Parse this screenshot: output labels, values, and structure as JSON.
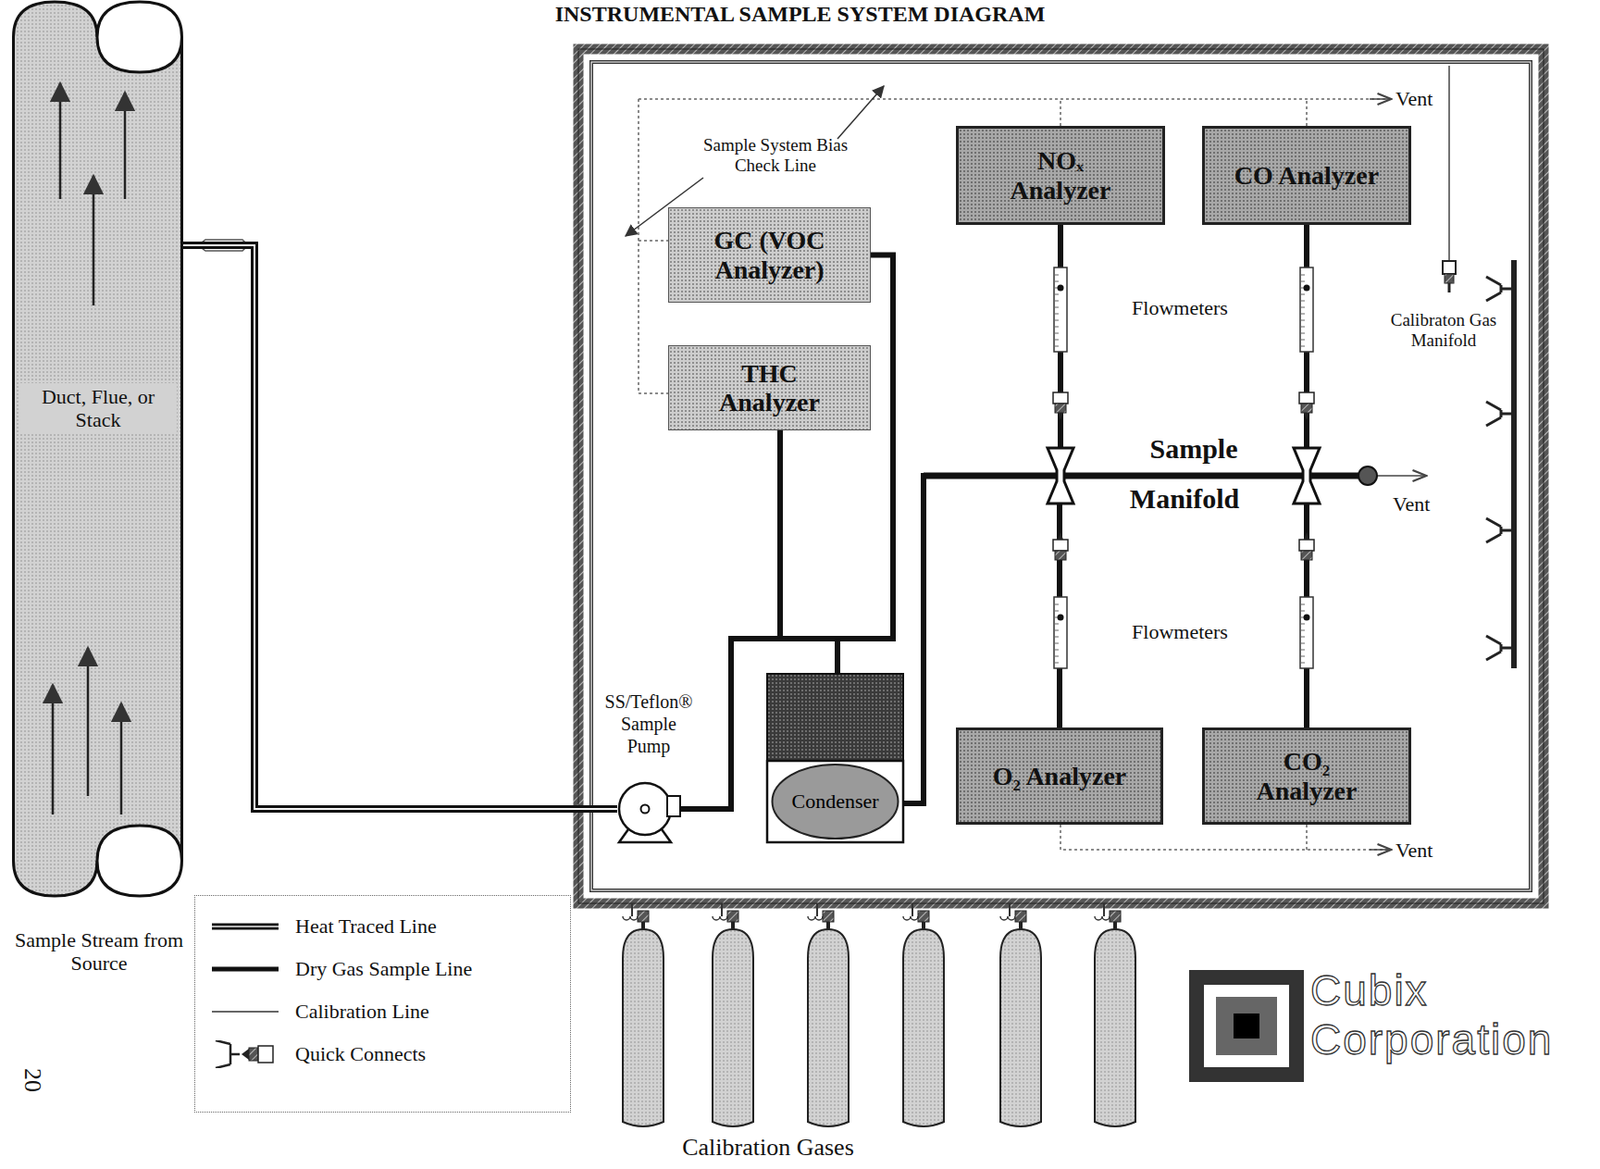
{
  "diagram": {
    "title": "INSTRUMENTAL SAMPLE SYSTEM DIAGRAM",
    "nodes": [
      {
        "text": [
          "Duct, Flue, or Stack",
          "Sample Stream from Source"
        ]
      },
      {
        "text": [
          "GC (VOC Analyzer)"
        ]
      },
      {
        "text": [
          "THC Analyzer"
        ]
      },
      {
        "text": [
          "NOₓ Analyzer"
        ]
      },
      {
        "text": [
          "CO Analyzer"
        ]
      },
      {
        "text": [
          "SS/Teflon® Sample Pump"
        ]
      },
      {
        "text": [
          "Condenser"
        ]
      },
      {
        "text": [
          "O₂ Analyzer"
        ]
      },
      {
        "text": [
          "CO₂ Analyzer"
        ]
      }
    ],
    "edges": [
      {
        "from": 0,
        "to": 5,
        "arrow": "none"
      },
      {
        "from": 5,
        "to": 1,
        "arrow": "none"
      },
      {
        "from": 5,
        "to": 2,
        "arrow": "none"
      },
      {
        "from": 5,
        "to": 6,
        "arrow": "none"
      },
      {
        "from": 6,
        "to": 3,
        "arrow": "none"
      },
      {
        "from": 6,
        "to": 4,
        "arrow": "none"
      },
      {
        "from": 6,
        "to": 7,
        "arrow": "none"
      },
      {
        "from": 6,
        "to": 8,
        "arrow": "none"
      }
    ],
    "labels": [
      "Sample System Bias Check Line",
      "Vent",
      "Flowmeters",
      "Calibraton Gas Manifold",
      "Sample",
      "Manifold",
      "Vent",
      "Flowmeters",
      "Vent",
      "Calibration Gases",
      "Cubix Corporation",
      "20"
    ],
    "legend": [
      {
        "text": "Heat Traced Line"
      },
      {
        "text": "Dry Gas Sample Line"
      },
      {
        "text": "Calibration Line"
      },
      {
        "text": "Quick Connects"
      }
    ]
  }
}
